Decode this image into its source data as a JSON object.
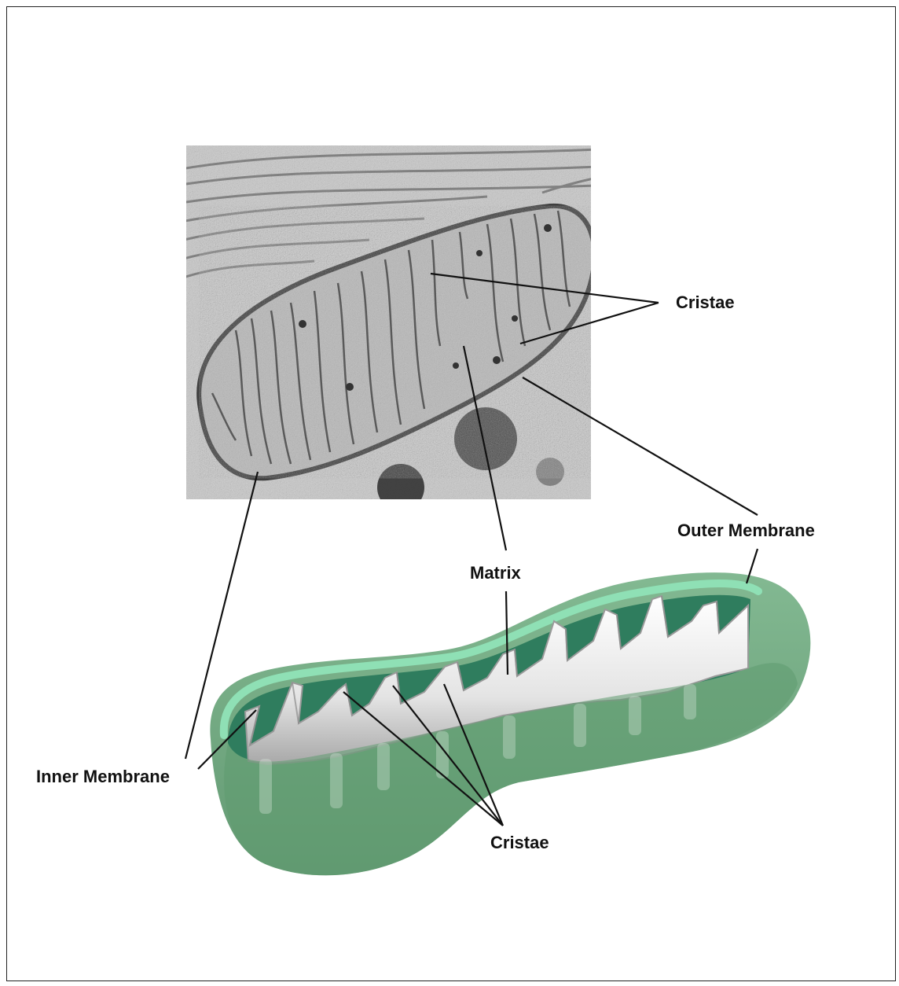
{
  "labels": {
    "cristae_top": "Cristae",
    "outer_membrane": "Outer Membrane",
    "matrix": "Matrix",
    "inner_membrane": "Inner Membrane",
    "cristae_bottom": "Cristae"
  },
  "colors": {
    "outer_green": "#6aa37a",
    "outer_green_light": "#86bd95",
    "rim_green": "#7fd6a8",
    "inner_teal": "#2e7d5f",
    "cristae_white": "#f2f2f2",
    "cristae_shade": "#b9b9b9",
    "leader_line": "#111111"
  }
}
